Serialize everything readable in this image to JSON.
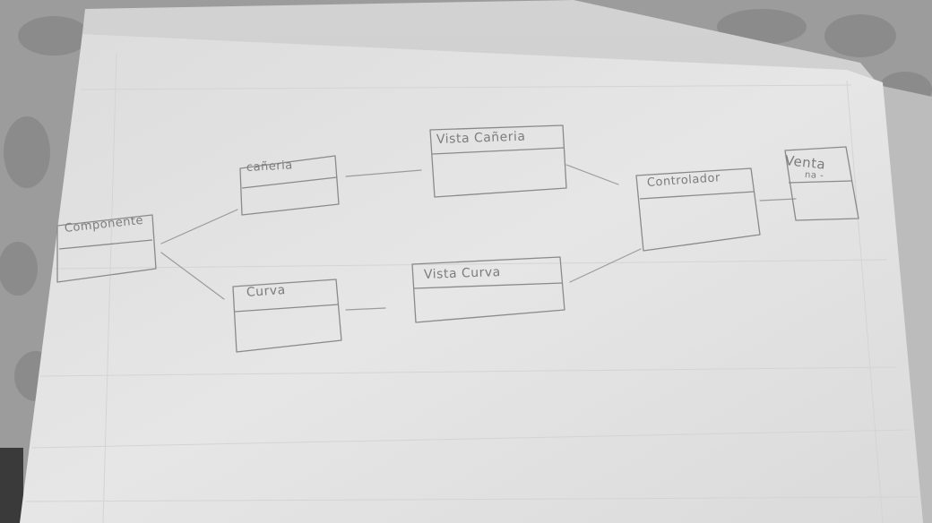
{
  "diagram": {
    "nodes": [
      {
        "id": "componente",
        "label": "Componente"
      },
      {
        "id": "caneria",
        "label": "cañeria"
      },
      {
        "id": "curva",
        "label": "Curva"
      },
      {
        "id": "vista_caneria",
        "label": "Vista Cañeria"
      },
      {
        "id": "vista_curva",
        "label": "Vista Curva"
      },
      {
        "id": "controlador",
        "label": "Controlador"
      },
      {
        "id": "ventana",
        "label_line1": "Venta",
        "label_line2": "na -"
      }
    ],
    "edges": [
      {
        "from": "componente",
        "to": "caneria"
      },
      {
        "from": "componente",
        "to": "curva"
      },
      {
        "from": "caneria",
        "to": "vista_caneria"
      },
      {
        "from": "curva",
        "to": "vista_curva"
      },
      {
        "from": "vista_caneria",
        "to": "controlador"
      },
      {
        "from": "vista_curva",
        "to": "controlador"
      },
      {
        "from": "controlador",
        "to": "ventana"
      }
    ]
  },
  "colors": {
    "background": "#8f8f8f",
    "paper": "#e4e4e4",
    "pencil": "#8a8a8a"
  }
}
